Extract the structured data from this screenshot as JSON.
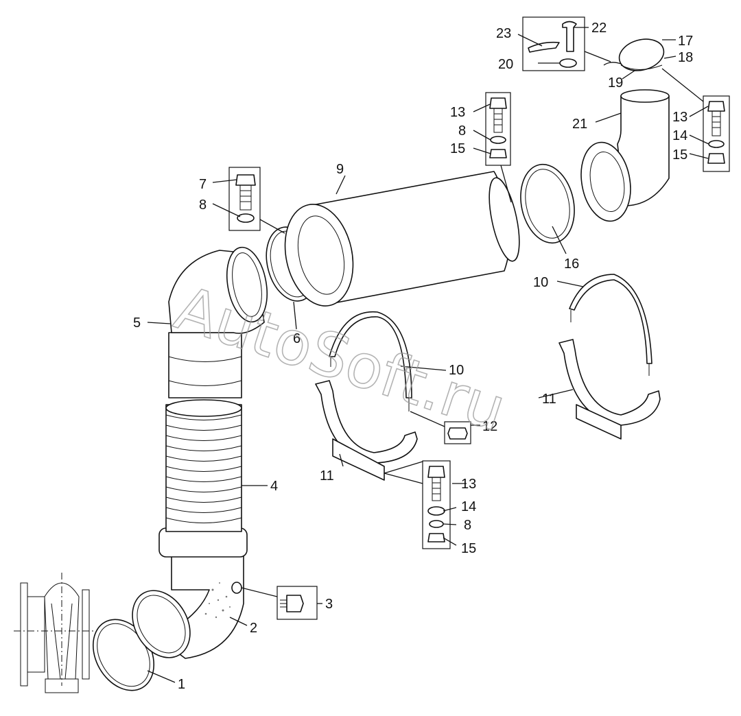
{
  "watermark": "AutoSoft.ru",
  "callouts": [
    {
      "n": "1"
    },
    {
      "n": "2"
    },
    {
      "n": "3"
    },
    {
      "n": "4"
    },
    {
      "n": "5"
    },
    {
      "n": "6"
    },
    {
      "n": "7"
    },
    {
      "n": "8"
    },
    {
      "n": "8"
    },
    {
      "n": "8"
    },
    {
      "n": "9"
    },
    {
      "n": "10"
    },
    {
      "n": "10"
    },
    {
      "n": "11"
    },
    {
      "n": "11"
    },
    {
      "n": "12"
    },
    {
      "n": "13"
    },
    {
      "n": "13"
    },
    {
      "n": "13"
    },
    {
      "n": "14"
    },
    {
      "n": "14"
    },
    {
      "n": "15"
    },
    {
      "n": "15"
    },
    {
      "n": "15"
    },
    {
      "n": "16"
    },
    {
      "n": "17"
    },
    {
      "n": "18"
    },
    {
      "n": "19"
    },
    {
      "n": "20"
    },
    {
      "n": "21"
    },
    {
      "n": "22"
    },
    {
      "n": "23"
    }
  ]
}
